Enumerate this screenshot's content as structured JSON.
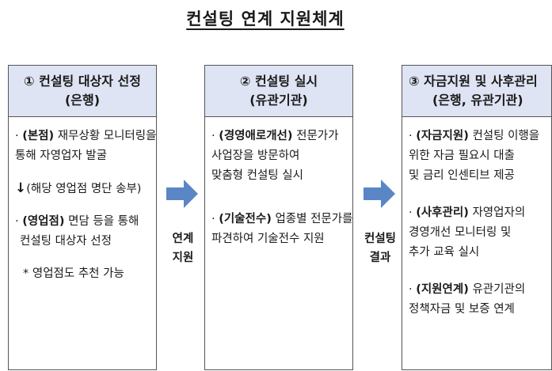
{
  "title": "컨설팅 연계 지원체계",
  "boxes": [
    {
      "head_line1": "① 컨설팅 대상자 선정",
      "head_line2": "(은행)",
      "items": [
        {
          "bullet": "· ",
          "key": "(본점)",
          "text1": " 재무상황 모니터링을",
          "text2": "통해 자영업자 발굴"
        },
        {
          "arrow": "↓",
          "text1": "(해당 영업점 명단 송부)"
        },
        {
          "bullet": "· ",
          "key": "(영업점)",
          "text1": " 면담 등을 통해",
          "text2": "컨설팅 대상자 선정"
        }
      ],
      "note": "* 영업점도 추천 가능"
    },
    {
      "head_line1": "② 컨설팅 실시",
      "head_line2": "(유관기관)",
      "items": [
        {
          "bullet": "· ",
          "key": "(경영애로개선)",
          "text1": " 전문가가",
          "text2": "사업장을 방문하여",
          "text3": "맞춤형 컨설팅 실시"
        },
        {
          "bullet": "· ",
          "key": "(기술전수)",
          "text1": " 업종별 전문가를",
          "text2": "파견하여 기술전수 지원"
        }
      ]
    },
    {
      "head_line1": "③ 자금지원 및 사후관리",
      "head_line2": "(은행, 유관기관)",
      "items": [
        {
          "bullet": "· ",
          "key": "(자금지원)",
          "text1": " 컨설팅 이행을",
          "text2": "위한 자금 필요시 대출",
          "text3": "및 금리 인센티브 제공"
        },
        {
          "bullet": "· ",
          "key": "(사후관리)",
          "text1": " 자영업자의",
          "text2": "경영개선 모니터링 및",
          "text3": "추가 교육 실시"
        },
        {
          "bullet": "· ",
          "key": "(지원연계)",
          "text1": " 유관기관의",
          "text2": "정책자금 및 보증 연계"
        }
      ]
    }
  ],
  "connectors": [
    {
      "line1": "연계",
      "line2": "지원",
      "color": "#5b86c5"
    },
    {
      "line1": "컨설팅",
      "line2": "결과",
      "color": "#5b86c5"
    }
  ],
  "colors": {
    "header_bg": "#dfe4f4",
    "arrow": "#5b86c5",
    "border": "#555555"
  }
}
